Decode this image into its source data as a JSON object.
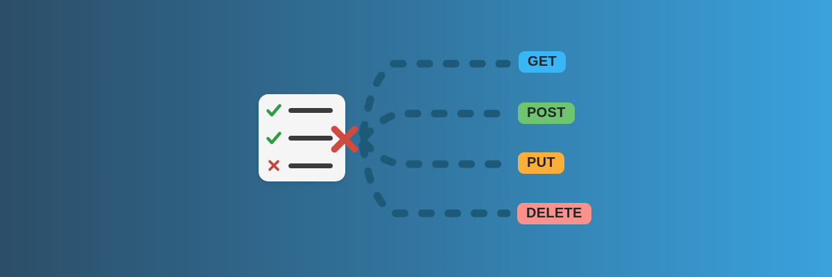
{
  "illustration": {
    "background": {
      "gradient_start": "#2c4e68",
      "gradient_end": "#3aa2dd"
    },
    "checklist_card": {
      "background_color": "#f4f5f4",
      "item_line_color": "#3b3b3b",
      "rows": [
        {
          "icon": "check-icon",
          "icon_color": "#2e9e41"
        },
        {
          "icon": "check-icon",
          "icon_color": "#2e9e41"
        },
        {
          "icon": "cross-icon",
          "icon_color": "#c5463e"
        }
      ],
      "error_cross_color": "#cf4a3f"
    },
    "connectors": {
      "style": "dashed",
      "color": "#1e5a78"
    },
    "http_methods": [
      {
        "label": "GET",
        "badge_color": "#3ab5f5"
      },
      {
        "label": "POST",
        "badge_color": "#6fc470"
      },
      {
        "label": "PUT",
        "badge_color": "#fcae3a"
      },
      {
        "label": "DELETE",
        "badge_color": "#f8928a"
      }
    ],
    "badge_text_color": "#22262b"
  }
}
